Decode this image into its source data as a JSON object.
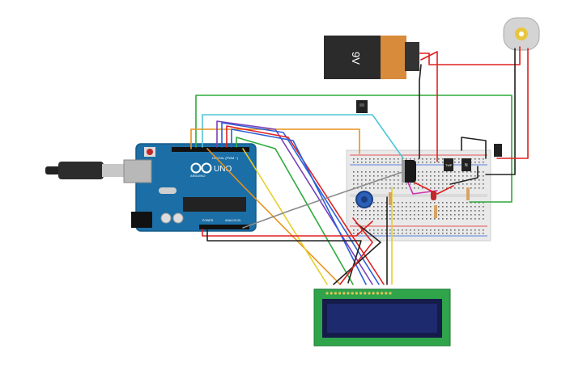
{
  "battery": {
    "label": "9V"
  },
  "arduino": {
    "brand": "ARDUINO",
    "model": "UNO",
    "digital_label": "DIGITAL (PWM ~)",
    "power_label": "POWER",
    "analog_label": "ANALOG IN"
  },
  "lcd": {
    "pin_count": 16
  },
  "transistors": [
    {
      "label": "TMP"
    },
    {
      "label": "N"
    }
  ],
  "colors": {
    "board": "#1b6fa6",
    "breadboard": "#e9e9e9",
    "lcd_pcb": "#2fa44a",
    "lcd_screen": "#1e2a6e",
    "battery_body": "#2b2b2b",
    "battery_top": "#d88b3a",
    "wire_red": "#e02020",
    "wire_black": "#222222",
    "wire_green": "#2eaa3a",
    "wire_orange": "#e8921a",
    "wire_blue": "#2b5fd8",
    "wire_purple": "#7a3fb8",
    "wire_cyan": "#4fc6d8",
    "wire_gray": "#8a8a8a",
    "wire_yellow": "#e6cf2a"
  }
}
